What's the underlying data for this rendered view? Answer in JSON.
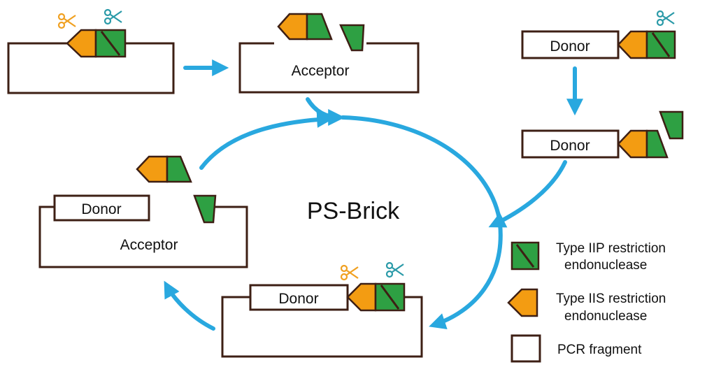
{
  "title": "PS-Brick",
  "labels": {
    "acceptor": "Acceptor",
    "donor": "Donor"
  },
  "legend": {
    "iip_line1": "Type IIP restriction",
    "iip_line2": "endonuclease",
    "iis_line1": "Type IIS restriction",
    "iis_line2": "endonuclease",
    "pcr": "PCR fragment"
  },
  "colors": {
    "outline": "#3d1f14",
    "type_iis": "#f39c12",
    "type_iip": "#2ea043",
    "arrow": "#29a8df",
    "scissors_orange": "#f0a020",
    "scissors_teal": "#2a9aa8"
  }
}
